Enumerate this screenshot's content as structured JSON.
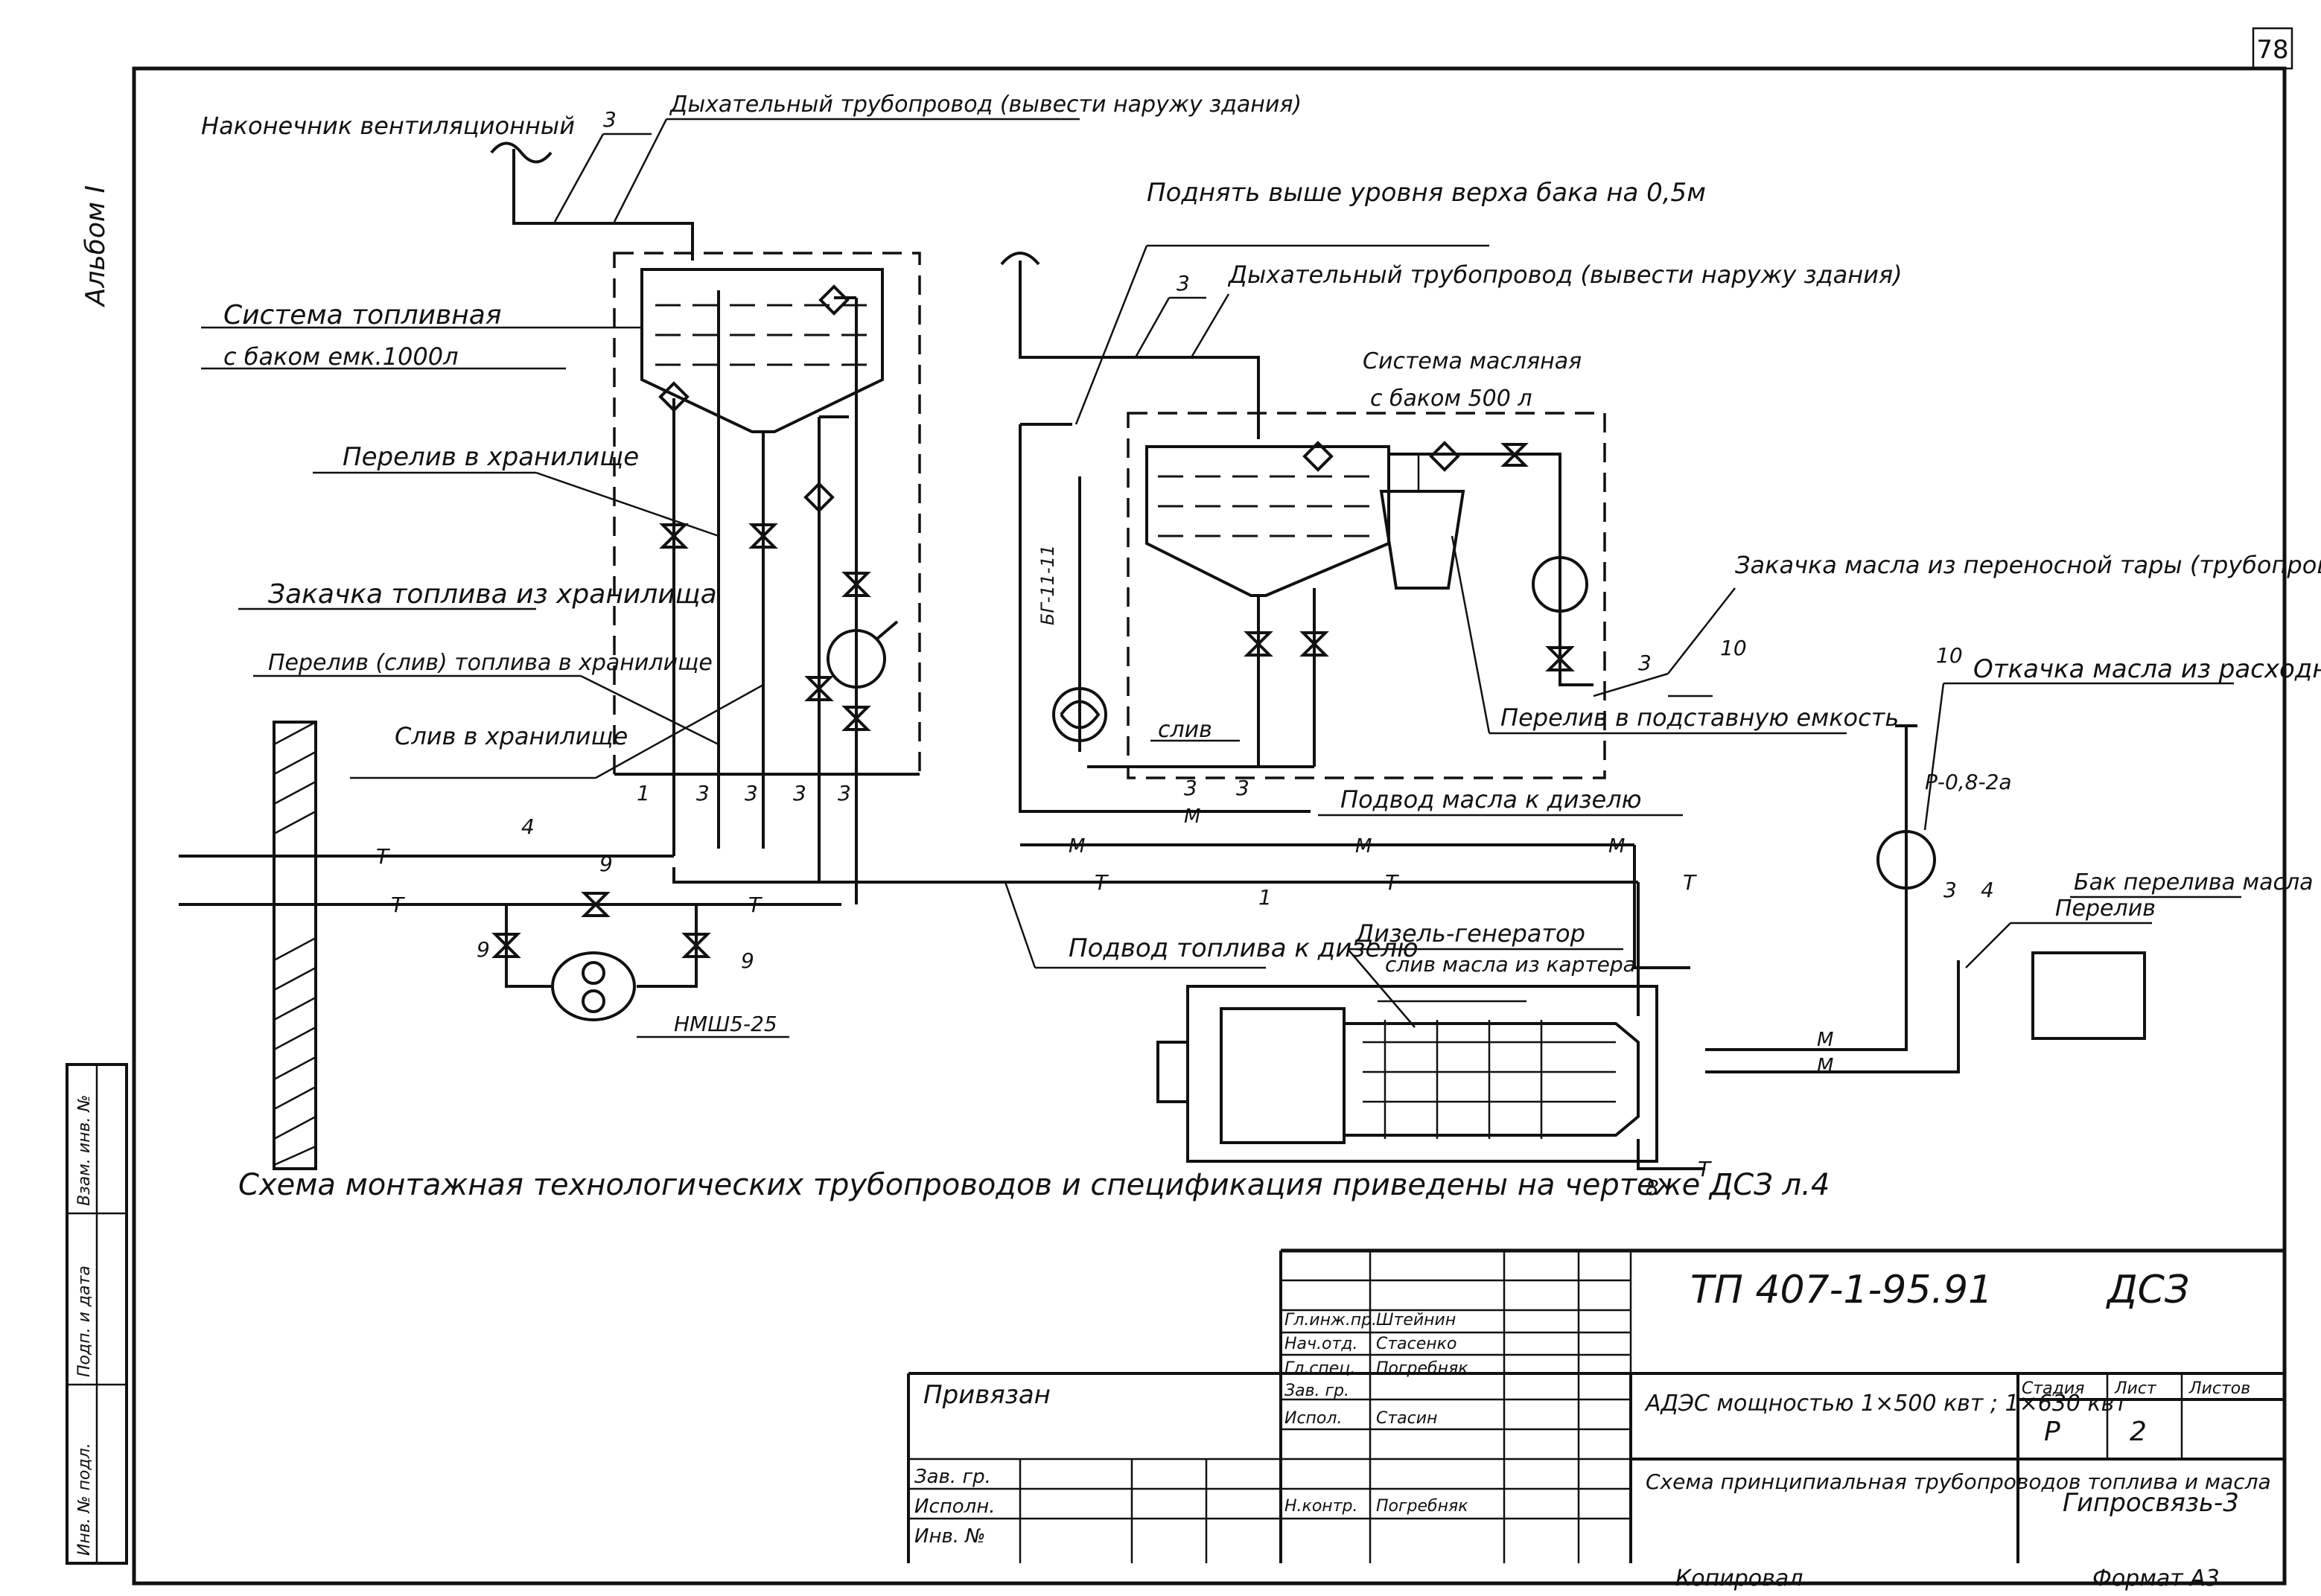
{
  "page_number": "78",
  "album_label": "Альбом I",
  "labels": {
    "vent_tip": "Наконечник вентиляционный",
    "fuel_breather": "Дыхательный трубопровод (вывести наружу здания)",
    "fuel_system": "Система топливная",
    "fuel_tank_capacity": "с баком емк.1000л",
    "overflow_storage": "Перелив в хранилище",
    "fuel_pumping": "Закачка топлива из хранилища",
    "fuel_overflow_drain": "Перелив (слив) топлива в хранилище",
    "drain_storage": "Слив в хранилище",
    "raise_above": "Поднять выше уровня верха бака на 0,5м",
    "oil_breather": "Дыхательный трубопровод (вывести наружу здания)",
    "oil_system": "Система масляная",
    "oil_tank": "с баком 500 л",
    "oil_pumping": "Закачка масла из переносной тары (трубопровод вывести наружу здания)",
    "drain": "слив",
    "overflow_container": "Перелив в подставную емкость",
    "oil_supply": "Подвод масла к дизелю",
    "oil_pumpout": "Откачка масла из расходного бака на дизеле в подставную емкость",
    "overflow": "Перелив",
    "oil_overflow_tank": "Бак перелива масла",
    "fuel_supply": "Подвод топлива к дизелю",
    "diesel_gen": "Дизель-генератор",
    "oil_drain_crankcase": "слив масла из картера",
    "pump_nmsh": "НМШ5-25",
    "pump_bg": "БГ-11-11",
    "valve_p": "Р-0,8-2а",
    "note": "Схема монтажная технологических трубопроводов и спецификация приведены на чертеже ДСЗ л.4"
  },
  "pipe_marks": {
    "t": "Т",
    "m": "М"
  },
  "pos_numbers": {
    "p1": "1",
    "p3": "3",
    "p4": "4",
    "p8": "8",
    "p9": "9",
    "p10": "10"
  },
  "title_block": {
    "code": "ТП 407-1-95.91",
    "mark": "ДСЗ",
    "bound": "Привязан",
    "object": "АДЭС мощностью 1×500 квт ; 1×630 квт",
    "drawing_title": "Схема принципиальная трубопроводов топлива и масла",
    "stage_h": "Стадия",
    "sheet_h": "Лист",
    "sheets_h": "Листов",
    "stage": "Р",
    "sheet": "2",
    "org": "Гипросвязь-3",
    "copied": "Копировал",
    "format": "Формат А3",
    "left_rows": [
      "Зав. гр.",
      "Исполн.",
      "Инв. №"
    ],
    "roles": [
      "Гл.инж.пр.",
      "Нач.отд.",
      "Гл.спец.",
      "Зав. гр.",
      "Испол.",
      "Н.контр."
    ],
    "names": [
      "Штейнин",
      "Стасенко",
      "Погребняк",
      "",
      "Стасин",
      "Погребняк"
    ],
    "side_cells": [
      "Инв. № подл.",
      "Подп. и дата",
      "Взам. инв. №"
    ]
  }
}
